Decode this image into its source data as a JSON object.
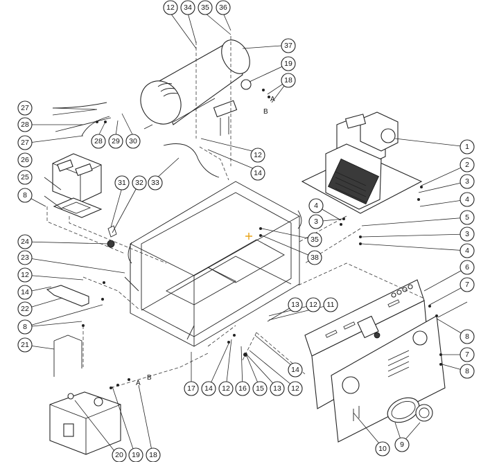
{
  "callout_numbers": {
    "c1": "1",
    "c2": "2",
    "c3": "3",
    "c4": "4",
    "c5": "5",
    "c6": "6",
    "c7": "7",
    "c8": "8",
    "c9": "9",
    "c10": "10",
    "c11": "11",
    "c12": "12",
    "c13": "13",
    "c14": "14",
    "c15": "15",
    "c16": "16",
    "c17": "17",
    "c18": "18",
    "c19": "19",
    "c20": "20",
    "c21": "21",
    "c22": "22",
    "c23": "23",
    "c24": "24",
    "c25": "25",
    "c26": "26",
    "c27": "27",
    "c28": "28",
    "c29": "29",
    "c30": "30",
    "c31": "31",
    "c32": "32",
    "c33": "33",
    "c34": "34",
    "c35": "35",
    "c36": "36",
    "c37": "37",
    "c38": "38"
  },
  "connection_letters": {
    "a": "A",
    "b": "B"
  },
  "colors": {
    "line": "#222222",
    "paper": "#ffffff",
    "marker": "#e8a317"
  }
}
